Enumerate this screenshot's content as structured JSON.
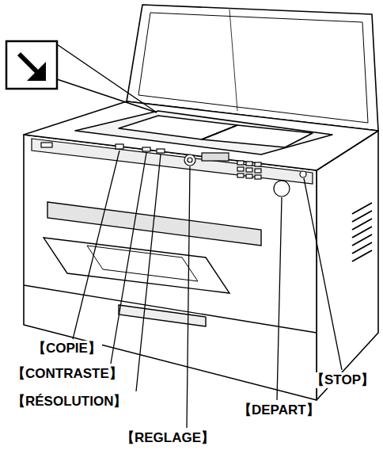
{
  "diagram": {
    "labels": [
      "【COPIE】",
      "【CONTRASTE】",
      "【RÉSOLUTION】",
      "【REGLAGE】",
      "【STOP】",
      "【DEPART】"
    ]
  }
}
